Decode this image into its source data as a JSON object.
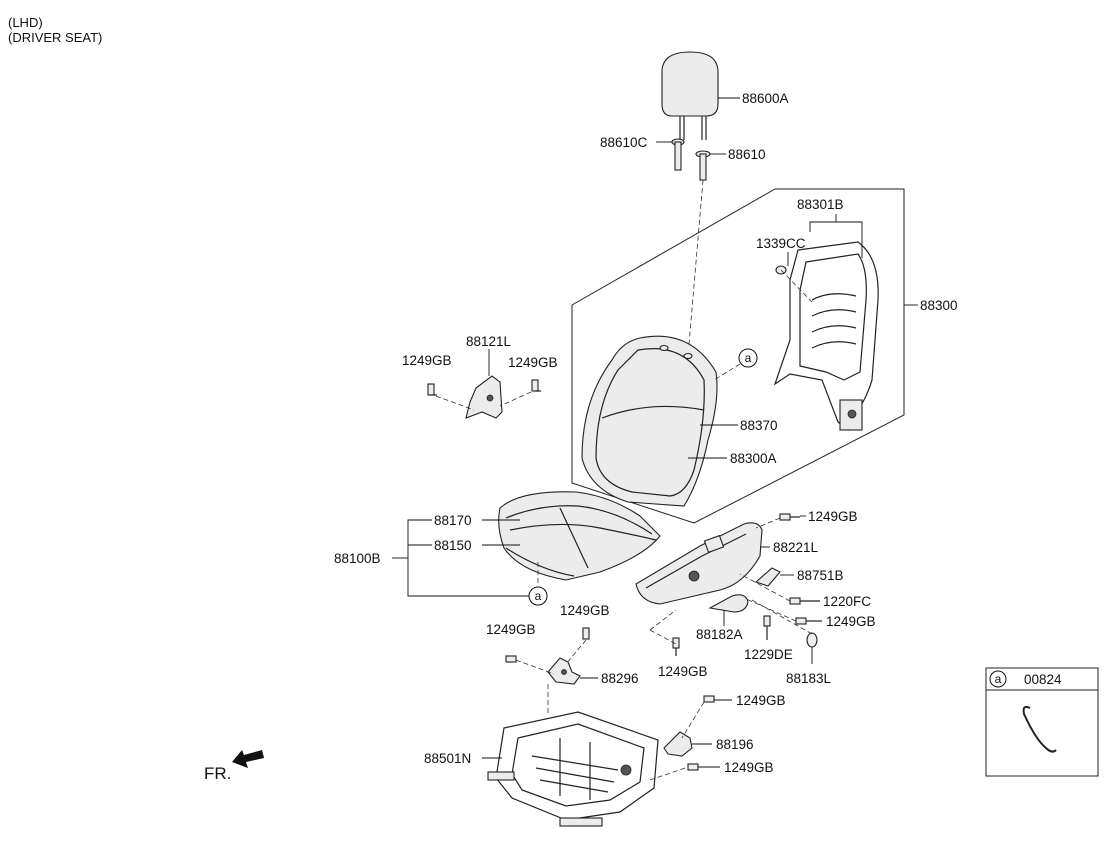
{
  "header": {
    "line1": "(LHD)",
    "line2": "(DRIVER SEAT)"
  },
  "ref_marker": "a",
  "labels": {
    "headrest": "88600A",
    "guide_c": "88610C",
    "guide": "88610",
    "frame_assy": "88301B",
    "nut": "1339CC",
    "back_assy": "88300",
    "back_cover": "88370",
    "back_pad": "88300A",
    "recliner_cover": "88121L",
    "bolt_1": "1249GB",
    "bolt_2": "1249GB",
    "cushion_cover": "88170",
    "cushion_pad": "88150",
    "cushion_assy": "88100B",
    "bolt_3": "1249GB",
    "side_shield": "88221L",
    "knob": "88751B",
    "screw_fc": "1220FC",
    "bolt_4": "1249GB",
    "lever": "88182A",
    "screw_de": "1229DE",
    "cap": "88183L",
    "bolt_5": "1249GB",
    "bolt_6": "1249GB",
    "bolt_7": "1249GB",
    "bracket": "88296",
    "bolt_8": "1249GB",
    "bracket_2": "88196",
    "cushion_frame": "88501N",
    "bolt_9": "1249GB"
  },
  "legend_box": {
    "marker": "a",
    "part": "00824"
  },
  "fr_label": "FR."
}
